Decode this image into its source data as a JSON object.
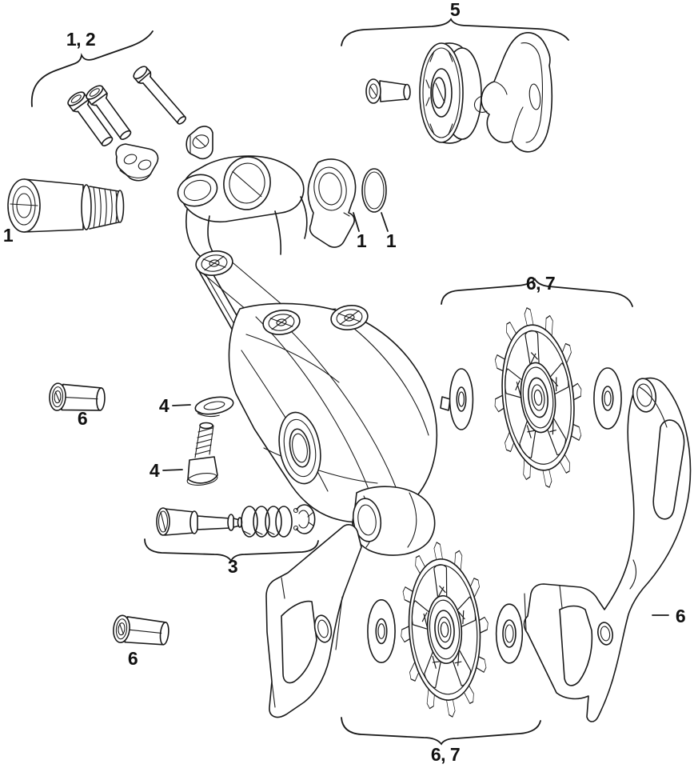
{
  "figure": {
    "background": "#ffffff",
    "line_color": "#1a1a1a",
    "callouts": {
      "mount_bolt_group": "1, 2",
      "b_bolt": "1",
      "cam_washer": "1",
      "o_ring": "1",
      "cap_group": "5",
      "spring_pin_group": "3",
      "limit_washer": "4",
      "limit_screw": "4",
      "cage_screw_upper": "6",
      "cage_screw_lower": "6",
      "outer_cage_plate": "6",
      "upper_pulley_group": "6, 7",
      "lower_pulley_group": "6, 7"
    }
  }
}
